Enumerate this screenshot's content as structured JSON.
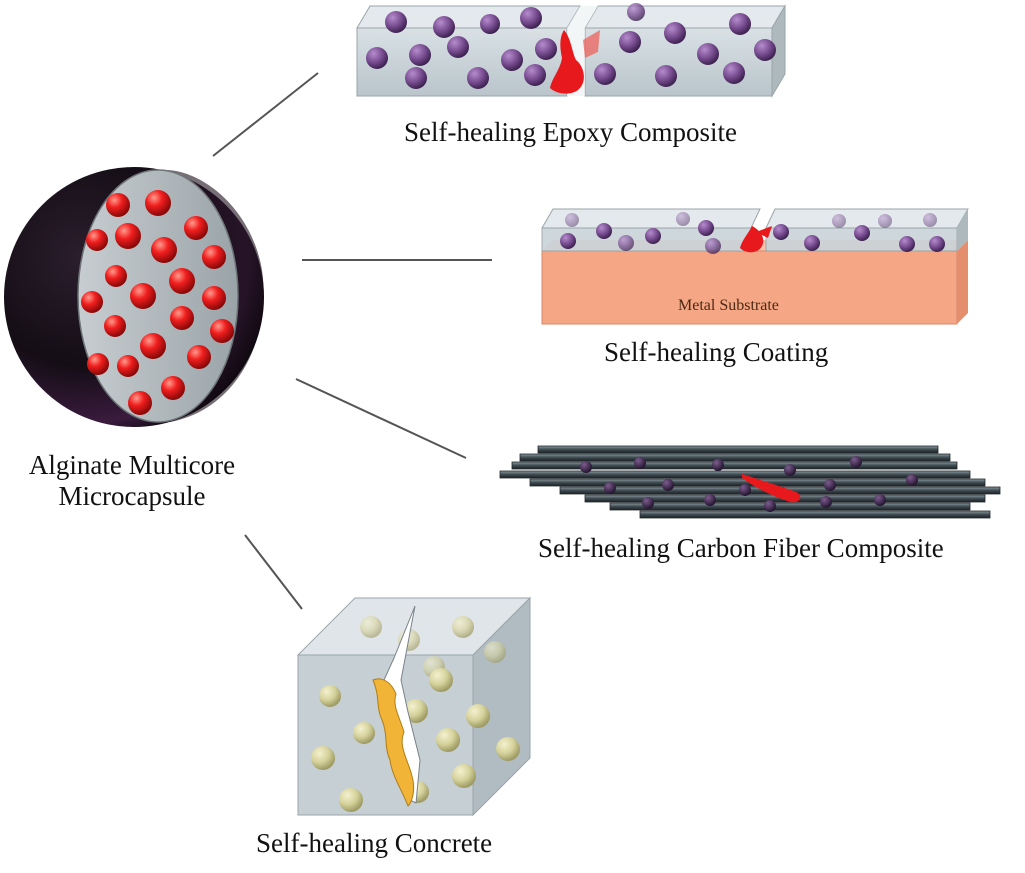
{
  "labels": {
    "capsule_line1": "Alginate Multicore",
    "capsule_line2": "Microcapsule",
    "epoxy": "Self-healing Epoxy Composite",
    "coating": "Self-healing Coating",
    "metal_substrate": "Metal Substrate",
    "carbon_fiber": "Self-healing Carbon Fiber Composite",
    "concrete": "Self-healing Concrete"
  },
  "colors": {
    "capsule_core": "#e8191c",
    "matrix_glass": "#c9d3d8",
    "epoxy_particle": "#7a4f93",
    "coating_particle": "#6b3f86",
    "metal_substrate": "#f5a685",
    "carbon_fiber": "#4b5a60",
    "concrete_particle": "#d6d29c",
    "concrete_healing_agent": "#f2b437",
    "connector_line": "#555555"
  }
}
